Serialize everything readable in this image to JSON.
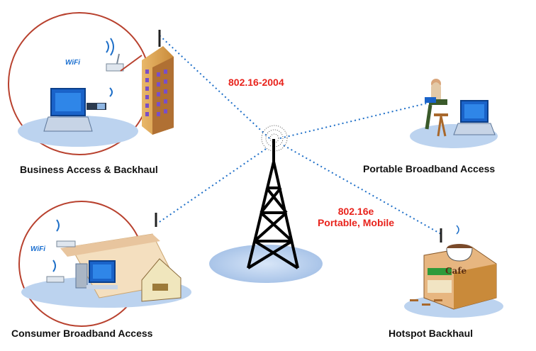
{
  "labels": {
    "business": "Business Access & Backhaul",
    "portable": "Portable Broadband Access",
    "consumer": "Consumer Broadband Access",
    "hotspot": "Hotspot Backhaul"
  },
  "standards": {
    "fixed": "802.16-2004",
    "mobile_line1": "802.16e",
    "mobile_line2": "Portable, Mobile"
  },
  "wifi_business": "WiFi",
  "wifi_consumer": "WiFi",
  "cafe_sign": "Cafe",
  "colors": {
    "link": "#1e6fc8",
    "standard_text": "#e8231c",
    "circle": "#b8412e",
    "shadow": "#bcd3ef"
  },
  "icons": [
    "tower-icon",
    "building-icon",
    "laptop-icon",
    "wifi-router-icon",
    "person-icon",
    "house-icon",
    "cafe-icon",
    "antenna-icon"
  ]
}
